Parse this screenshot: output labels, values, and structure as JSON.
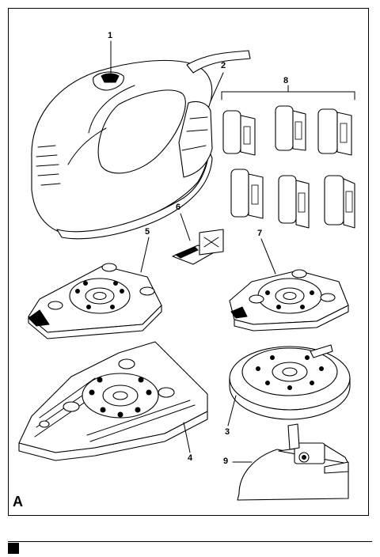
{
  "figure": {
    "letter": "A",
    "callouts": {
      "c1": "1",
      "c2": "2",
      "c3": "3",
      "c4": "4",
      "c5": "5",
      "c6": "6",
      "c7": "7",
      "c8": "8",
      "c9": "9"
    }
  },
  "icons": {
    "footer_marker": "black-square-icon"
  }
}
